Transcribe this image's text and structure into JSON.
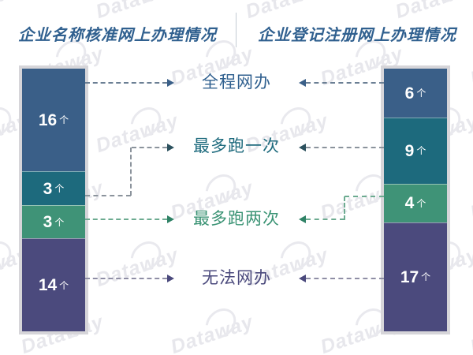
{
  "titles": {
    "left": "企业名称核准网上办理情况",
    "right": "企业登记注册网上办理情况",
    "title_color": "#30608f"
  },
  "watermark": {
    "text": "Dataway"
  },
  "unit": "个",
  "rows": [
    {
      "label": "全程网办",
      "color": "#3a5f88",
      "label_color": "#30608f",
      "left_value": 16,
      "right_value": 6,
      "line_color": "#6b7f94",
      "arrow_color": "#3a5f88"
    },
    {
      "label": "最多跑一次",
      "color": "#1d6a7d",
      "label_color": "#1d6a7d",
      "left_value": 3,
      "right_value": 9,
      "line_color": "#8b939c",
      "arrow_color": "#2c515e"
    },
    {
      "label": "最多跑两次",
      "color": "#3f9377",
      "label_color": "#3a9374",
      "left_value": 3,
      "right_value": 4,
      "line_color": "#6cab90",
      "arrow_color": "#2f8266"
    },
    {
      "label": "无法网办",
      "color": "#4b4a7d",
      "label_color": "#4b4a7d",
      "left_value": 14,
      "right_value": 17,
      "line_color": "#8f8ea5",
      "arrow_color": "#4b4a7d"
    }
  ],
  "chart_data": {
    "type": "bar",
    "subtype": "two-stacked-columns-comparison",
    "categories": [
      "全程网办",
      "最多跑一次",
      "最多跑两次",
      "无法网办"
    ],
    "series": [
      {
        "name": "企业名称核准网上办理情况",
        "values": [
          16,
          3,
          3,
          14
        ]
      },
      {
        "name": "企业登记注册网上办理情况",
        "values": [
          6,
          9,
          4,
          17
        ]
      }
    ],
    "unit": "个",
    "segment_colors": [
      "#3a5f88",
      "#1d6a7d",
      "#3f9377",
      "#4b4a7d"
    ],
    "totals": [
      36,
      36
    ],
    "legend_position": "center-labels",
    "grid": false,
    "watermark_text": "Dataway"
  }
}
